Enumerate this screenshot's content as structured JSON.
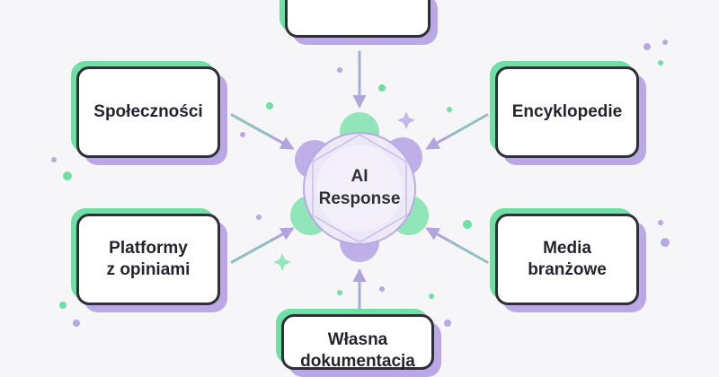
{
  "center": {
    "title": "AI\nResponse"
  },
  "sources": [
    {
      "id": "top",
      "label": ""
    },
    {
      "id": "communities",
      "label": "Społeczności"
    },
    {
      "id": "encyclopedias",
      "label": "Encyklopedie"
    },
    {
      "id": "review-platforms",
      "label": "Platformy\nz opiniami"
    },
    {
      "id": "industry-media",
      "label": "Media\nbranżowe"
    },
    {
      "id": "own-docs",
      "label": "Własna\ndokumentacja"
    }
  ],
  "colors": {
    "green": "#6ee0a3",
    "purple": "#b9a7e6",
    "stroke": "#2f2f3a",
    "arrow": "#b2a2de"
  }
}
